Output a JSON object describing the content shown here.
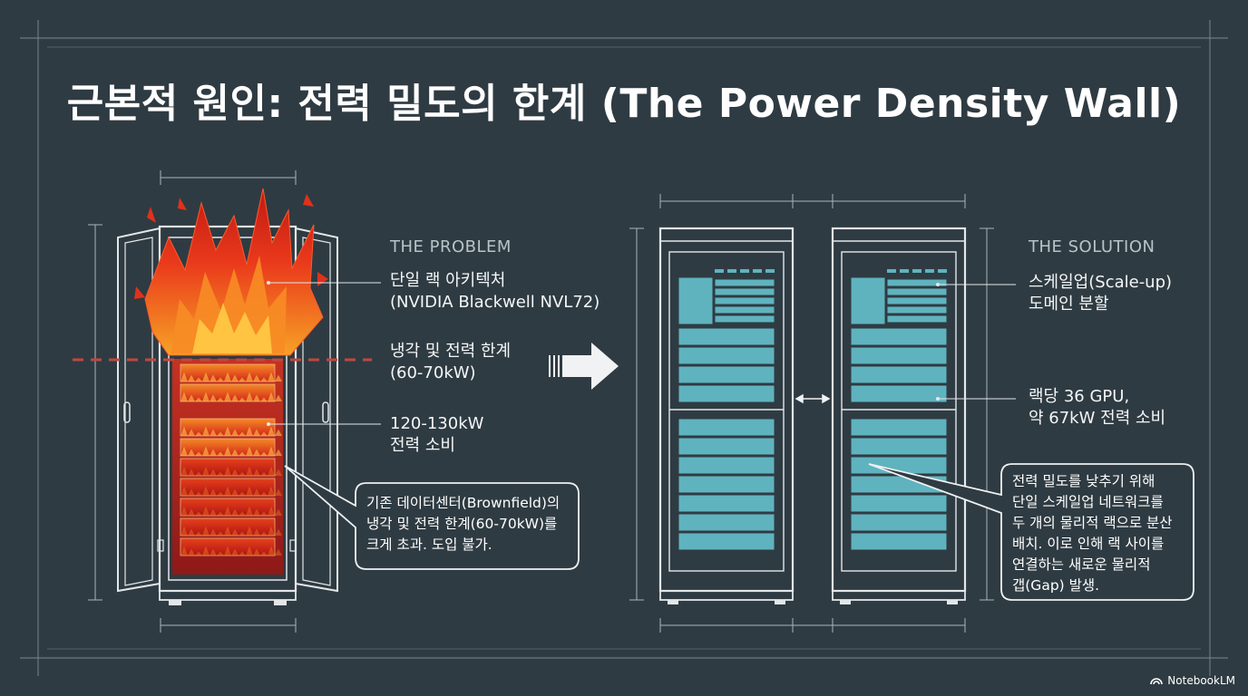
{
  "title": "근본적 원인: 전력 밀도의 한계 (The Power Density Wall)",
  "problem": {
    "section_label": "THE PROBLEM",
    "label_1": [
      "단일 랙 아키텍처",
      "(NVIDIA Blackwell NVL72)"
    ],
    "label_2": [
      "냉각 및 전력 한계",
      "(60-70kW)"
    ],
    "label_3": [
      "120-130kW",
      "전력 소비"
    ],
    "callout": [
      "기존 데이터센터(Brownfield)의",
      "냉각 및 전력 한계(60-70kW)를",
      "크게 초과. 도입 불가."
    ]
  },
  "solution": {
    "section_label": "THE SOLUTION",
    "label_1": [
      "스케일업(Scale-up)",
      "도메인 분할"
    ],
    "label_2": [
      "랙당 36 GPU,",
      "약 67kW 전력 소비"
    ],
    "callout": [
      "전력 밀도를 낮추기 위해",
      "단일 스케일업 네트워크를",
      "두 개의 물리적 랙으로 분산",
      "배치. 이로 인해 랙 사이를",
      "연결하는 새로운 물리적",
      "갭(Gap) 발생."
    ]
  },
  "brand": "NotebookLM",
  "colors": {
    "background": "#2f3b42",
    "line": "#c7ced2",
    "fire": "#e2311b",
    "module_teal": "#5fb3bf",
    "dashed_limit": "#c0473f"
  },
  "icons": [
    "flame-icon",
    "arrow-right-icon",
    "notebooklm-icon"
  ]
}
